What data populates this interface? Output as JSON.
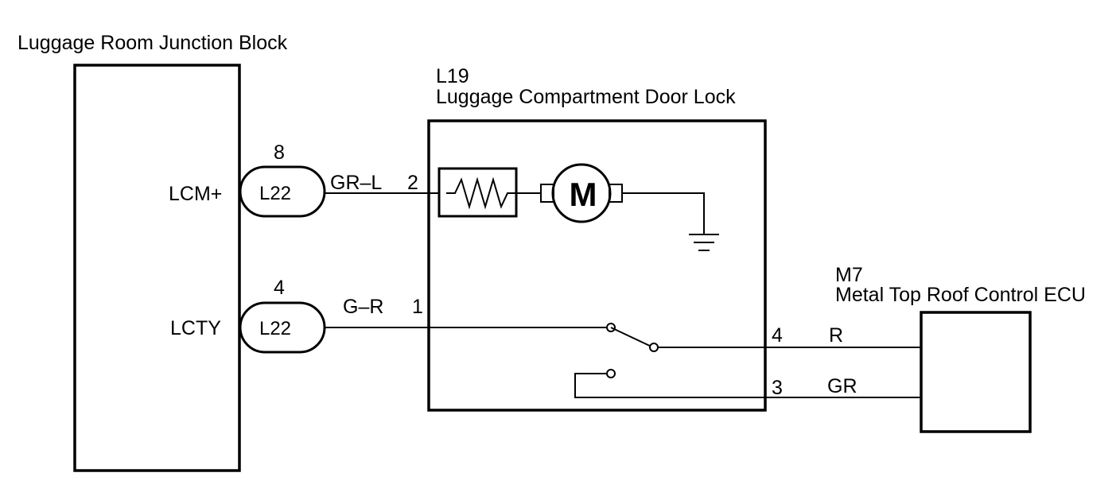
{
  "junction_block": {
    "title": "Luggage Room Junction Block",
    "terminals": [
      {
        "name": "LCM+",
        "pin": "8",
        "connector": "L22",
        "wire": "GR–L"
      },
      {
        "name": "LCTY",
        "pin": "4",
        "connector": "L22",
        "wire": "G–R"
      }
    ]
  },
  "door_lock": {
    "code": "L19",
    "title": "Luggage Compartment Door Lock",
    "pins": [
      "2",
      "1",
      "4",
      "3"
    ],
    "motor_symbol": "M"
  },
  "roof_ecu": {
    "code": "M7",
    "title": "Metal Top Roof Control ECU",
    "wires": [
      "R",
      "GR"
    ]
  }
}
